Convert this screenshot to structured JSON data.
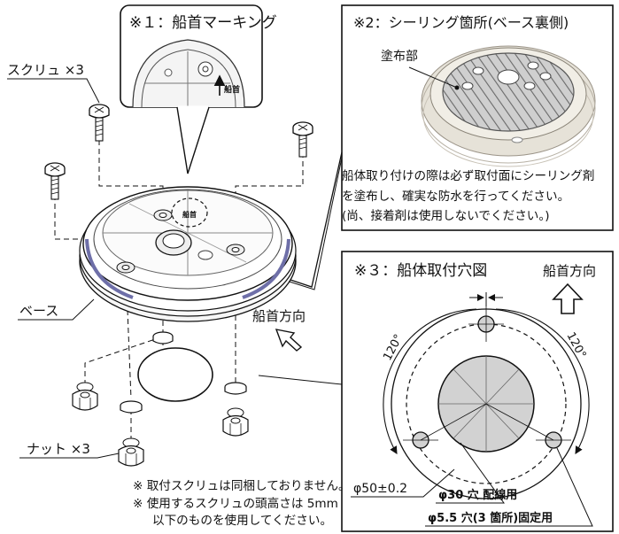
{
  "callout1": {
    "title": "※１：船首マーキング",
    "marking": "船首"
  },
  "callout2": {
    "title": "※2：シーリング箇所(ベース裏側)",
    "coated_part": "塗布部",
    "note": [
      "船体取り付けの際は必ず取付面にシーリング剤",
      "を塗布し、確実な防水を行ってください。",
      "(尚、接着剤は使用しないでください。)"
    ]
  },
  "callout3": {
    "title": "※３：船体取付穴図",
    "bow_direction": "船首方向",
    "angle_left": "120°",
    "angle_right": "120°",
    "dim_pcd": "φ50±0.2",
    "dim_center": "φ30 穴 配線用",
    "dim_holes": "φ5.5 穴(3 箇所)固定用"
  },
  "exploded": {
    "screw_label": "スクリュ ×3",
    "base_label": "ベース",
    "nut_label": "ナット ×3",
    "bow_direction": "船首方向",
    "base_marking": "船首"
  },
  "notes": [
    "※ 取付スクリュは同梱しておりません。",
    "※ 使用するスクリュの頭高さは 5mm",
    "以下のものを使用してください。"
  ]
}
